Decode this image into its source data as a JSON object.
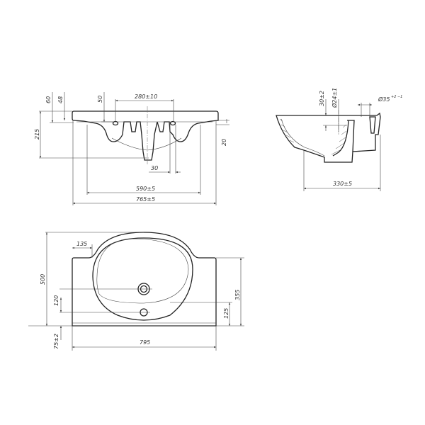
{
  "front_view": {
    "dims": {
      "d60": "60",
      "d48": "48",
      "d50": "50",
      "d280": "280±10",
      "d215": "215",
      "d20": "20",
      "d30": "30",
      "d590": "590±5",
      "d765": "765±5"
    }
  },
  "side_view": {
    "dims": {
      "d30": "30±2",
      "d24": "Ø24±1",
      "d35": "Ø35",
      "d35_tol": "+2 −1",
      "d330": "330±5"
    }
  },
  "plan_view": {
    "dims": {
      "d135": "135",
      "d500": "500",
      "d120": "120",
      "d355": "355",
      "d125": "125",
      "d795": "795",
      "d75": "75±2"
    }
  }
}
